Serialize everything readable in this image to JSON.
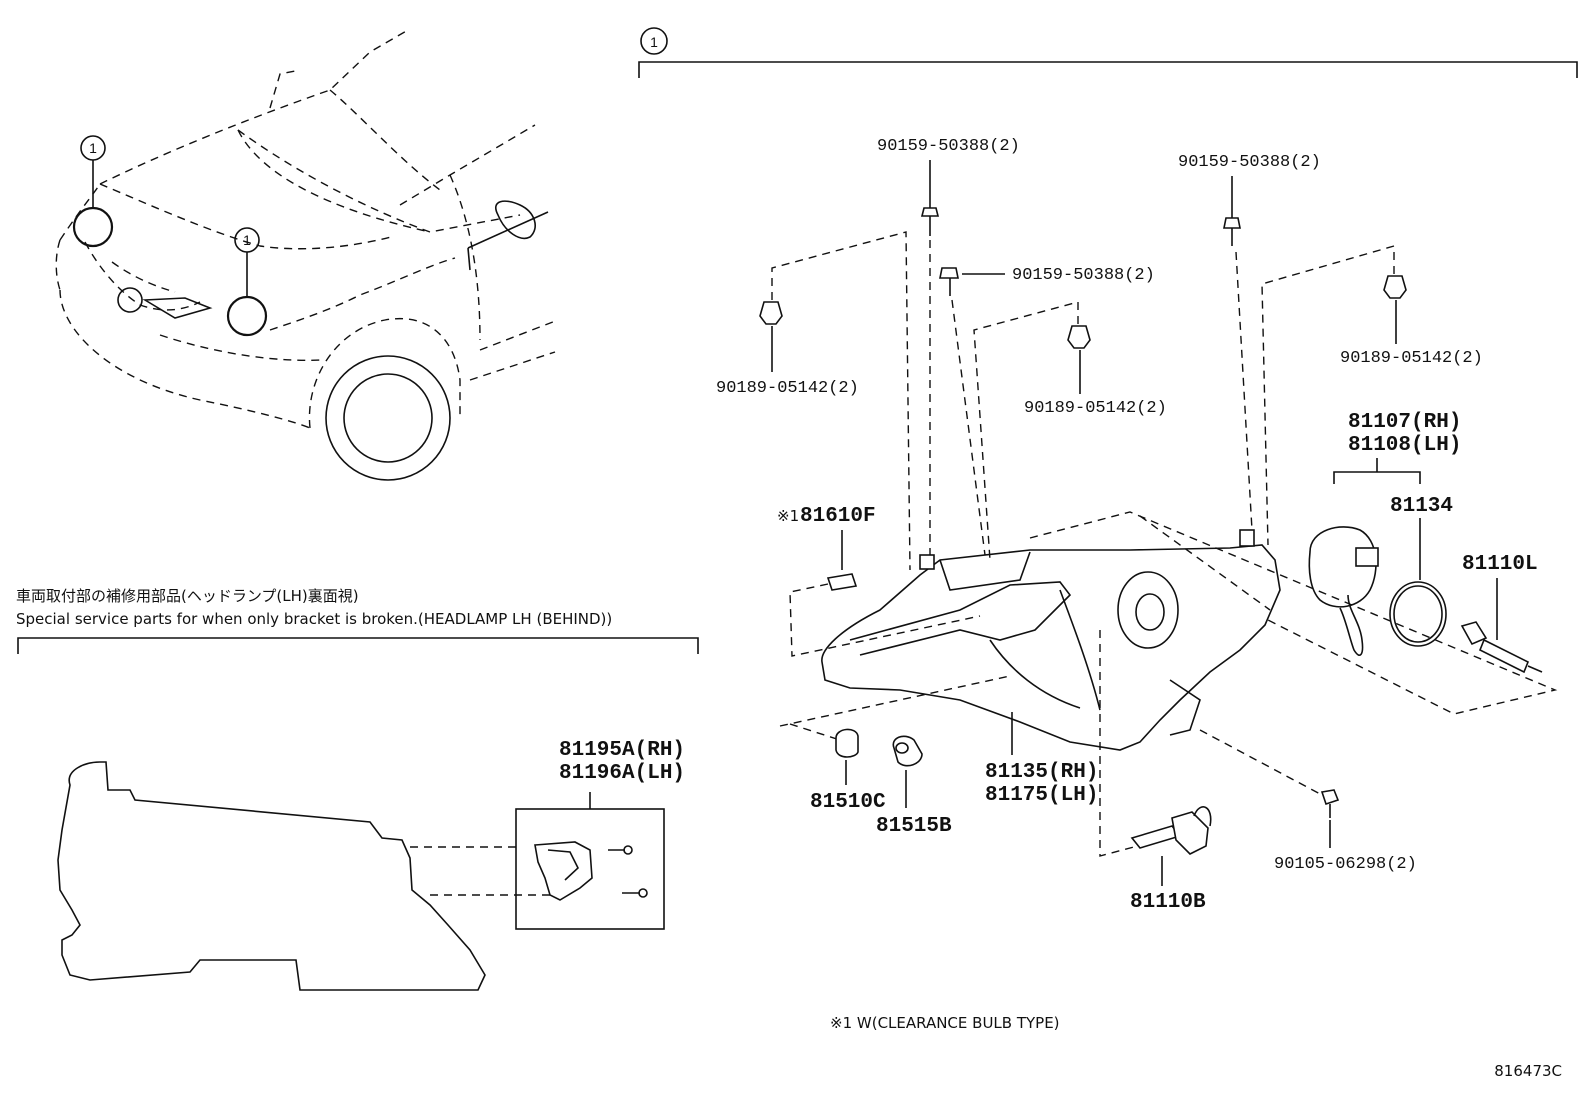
{
  "callout_number": "1",
  "jp_caption": "車両取付部の補修用部品(ヘッドランプ(LH)裏面視)",
  "en_caption": "Special service parts for when only bracket is broken.(HEADLAMP LH (BEHIND))",
  "note": "※1 W(CLEARANCE BULB TYPE)",
  "diagram_id": "816473C",
  "labels": {
    "bolt_a_top": "90159-50388(2)",
    "bolt_a_mid": "90159-50388(2)",
    "bolt_a_right": "90159-50388(2)",
    "nut_left": "90189-05142(2)",
    "nut_mid": "90189-05142(2)",
    "nut_right": "90189-05142(2)",
    "socket_rh": "81107(RH)",
    "socket_lh": "81108(LH)",
    "gasket": "81134",
    "bulb_hid": "81110L",
    "clearance_mark": "※1",
    "clearance": "81610F",
    "bulb_small": "81510C",
    "socket_small": "81515B",
    "unit_rh": "81135(RH)",
    "unit_lh": "81175(LH)",
    "bolt_b": "90105-06298(2)",
    "bulb_fog": "81110B",
    "bracket_rh": "81195A(RH)",
    "bracket_lh": "81196A(LH)"
  }
}
